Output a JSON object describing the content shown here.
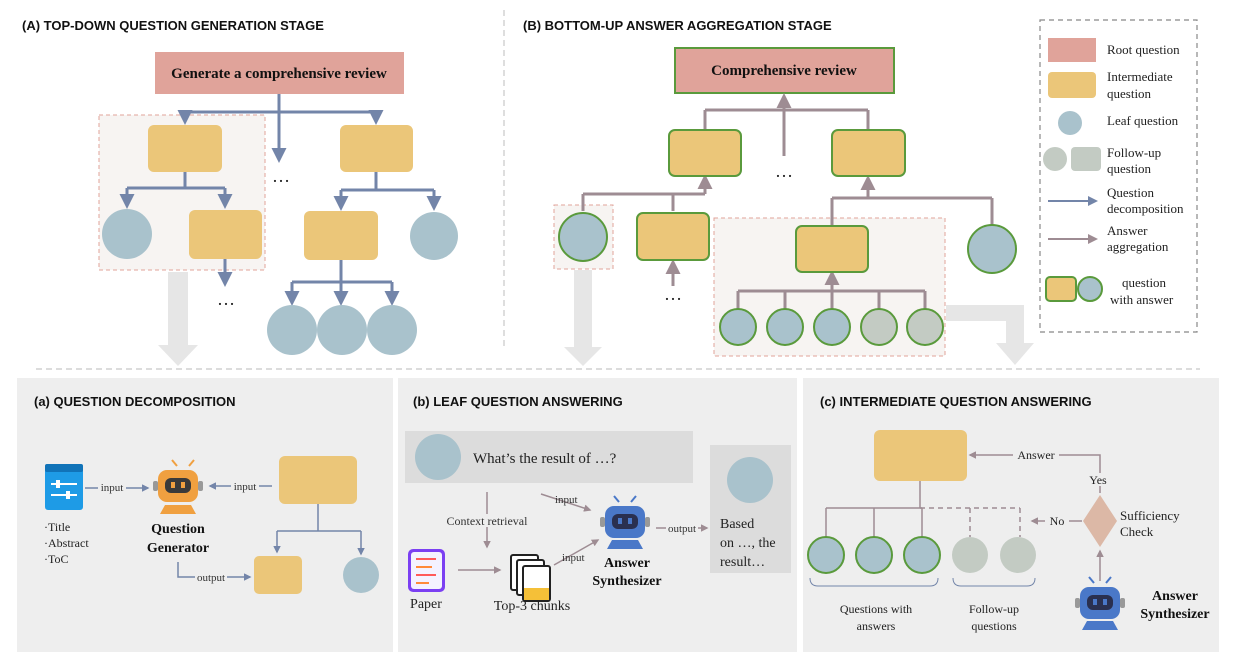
{
  "stage_a": {
    "title": "(A) TOP-DOWN QUESTION GENERATION STAGE",
    "root_label": "Generate a comprehensive review",
    "ellipsis_mid": "…",
    "ellipsis_bottom": "…"
  },
  "stage_b": {
    "title": "(B) BOTTOM-UP ANSWER AGGREGATION STAGE",
    "root_label": "Comprehensive review",
    "ellipsis_mid": "…",
    "ellipsis_bottom": "…"
  },
  "legend": {
    "root": "Root question",
    "intermediate_1": "Intermediate",
    "intermediate_2": "question",
    "leaf": "Leaf question",
    "followup_1": "Follow-up",
    "followup_2": "question",
    "decomp_1": "Question",
    "decomp_2": "decomposition",
    "agg_1": "Answer",
    "agg_2": "aggregation",
    "answered_1": "question",
    "answered_2": "with answer"
  },
  "panel_a": {
    "title": "(a) QUESTION DECOMPOSITION",
    "doc_items": [
      "·Title",
      "·Abstract",
      "·ToC"
    ],
    "input_label_1": "input",
    "input_label_2": "input",
    "output_label": "output",
    "agent_1": "Question",
    "agent_2": "Generator"
  },
  "panel_b": {
    "title": "(b) LEAF QUESTION ANSWERING",
    "question_text": "What’s the result of …?",
    "context_retrieval": "Context retrieval",
    "input_label_1": "input",
    "input_label_2": "input",
    "output_label": "output",
    "paper_label": "Paper",
    "chunks_label": "Top-3 chunks",
    "agent_1": "Answer",
    "agent_2": "Synthesizer",
    "answer_lines": [
      "Based",
      "on …, the",
      "result…"
    ]
  },
  "panel_c": {
    "title": "(c) INTERMEDIATE QUESTION ANSWERING",
    "answer_label": "Answer",
    "yes_label": "Yes",
    "no_label": "No",
    "check_1": "Sufficiency",
    "check_2": "Check",
    "qa_1": "Questions with",
    "qa_2": "answers",
    "fu_1": "Follow-up",
    "fu_2": "questions",
    "agent_1": "Answer",
    "agent_2": "Synthesizer"
  },
  "colors": {
    "root": "#e0a39a",
    "intermediate": "#ebc679",
    "leaf": "#a9c2cc",
    "followup": "#c3cbc3",
    "decomposition_arrow": "#7385a9",
    "aggregation_arrow": "#9e8c93",
    "answered_border": "#5a9a3c",
    "panel_bg": "#eeeeee",
    "generator_robot": "#f0a040",
    "synthesizer_robot": "#4a78c8"
  }
}
